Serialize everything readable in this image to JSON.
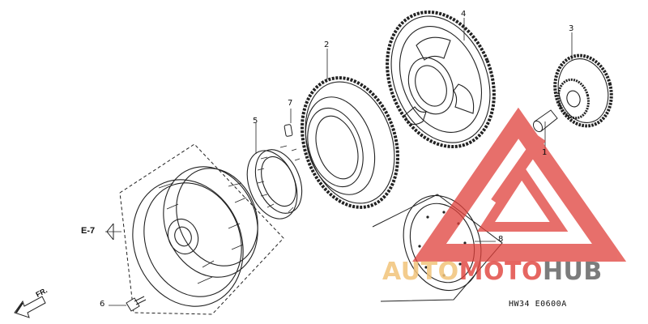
{
  "diagram": {
    "part_labels": {
      "p1": "1",
      "p2": "2",
      "p3": "3",
      "p4": "4",
      "p5": "5",
      "p6": "6",
      "p7": "7",
      "p8": "8"
    },
    "reference": "E-7",
    "front_marker": "FR.",
    "drawing_code": "HW34 E0600A"
  },
  "watermark": {
    "text_part1": "AUTO",
    "text_part2": "MOTO",
    "text_part3": "HUB",
    "color_primary": "#e0403a",
    "color_secondary": "#f2c47a",
    "color_dark": "#666666"
  }
}
